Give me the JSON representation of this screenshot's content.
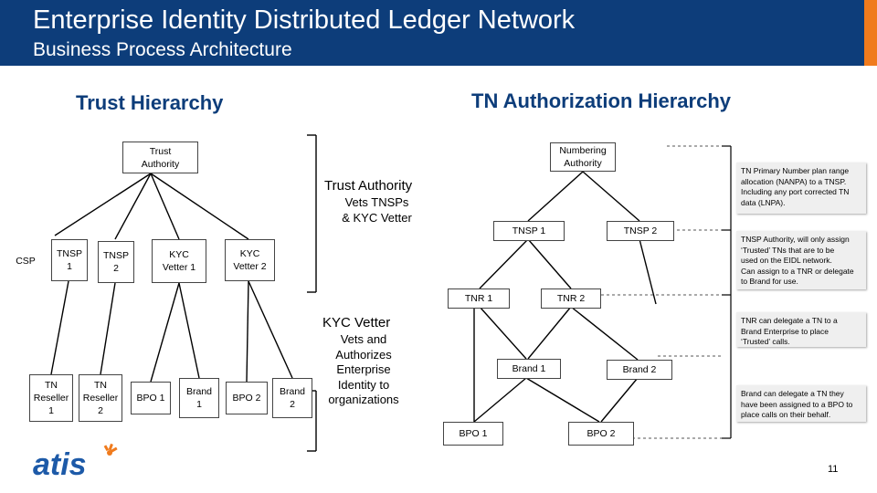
{
  "header": {
    "title": "Enterprise Identity Distributed Ledger Network",
    "subtitle": "Business Process Architecture"
  },
  "left": {
    "section_title": "Trust Hierarchy",
    "trust_authority": "Trust\nAuthority",
    "nodes": {
      "csp": "CSP",
      "tnsp1": "TNSP\n1",
      "tnsp2": "TNSP\n2",
      "kyc1": "KYC\nVetter 1",
      "kyc2": "KYC\nVetter 2",
      "reseller1": "TN\nReseller\n1",
      "reseller2": "TN\nReseller\n2",
      "bpo1": "BPO 1",
      "brand1": "Brand\n1",
      "bpo2": "BPO 2",
      "brand2": "Brand\n2"
    }
  },
  "middle": {
    "trust_authority_label": "Trust Authority",
    "trust_authority_desc": "Vets TNSPs\n& KYC Vetter",
    "kyc_vetter_label": "KYC Vetter",
    "kyc_vetter_desc": "Vets and\nAuthorizes\nEnterprise\nIdentity to\norganizations"
  },
  "right": {
    "section_title": "TN Authorization Hierarchy",
    "nodes": {
      "numbering_authority": "Numbering\nAuthority",
      "tnsp1": "TNSP 1",
      "tnsp2": "TNSP 2",
      "tnr1": "TNR 1",
      "tnr2": "TNR 2",
      "brand1": "Brand 1",
      "brand2": "Brand 2",
      "bpo1": "BPO 1",
      "bpo2": "BPO 2"
    },
    "notes": {
      "n1": "TN Primary Number plan range\nallocation (NANPA) to a TNSP.\nIncluding any port corrected TN\ndata (LNPA).",
      "n2": "TNSP Authority, will only assign\n‘Trusted’ TNs that are to be\nused on the EIDL network.\nCan assign to a TNR or delegate\nto Brand for use.",
      "n3": "TNR can delegate a TN to a\nBrand Enterprise to place\n‘Trusted’ calls.",
      "n4": "Brand can delegate a TN they\nhave been assigned to a BPO to\nplace calls on their behalf."
    }
  },
  "footer": {
    "logo_text": "atis",
    "page_number": "11"
  },
  "colors": {
    "header_bg": "#0d3d7a",
    "accent": "#f07b1d",
    "section_title": "#0d3d7a",
    "logo": "#1d5aa8"
  }
}
